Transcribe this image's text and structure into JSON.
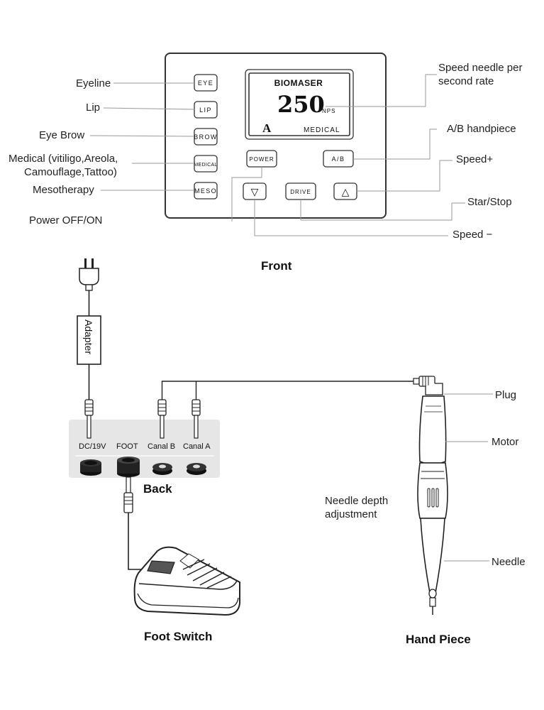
{
  "device": {
    "brand": "BIOMASER",
    "speed_value": "250",
    "speed_unit": "NPS",
    "handpiece": "A",
    "mode": "MEDICAL"
  },
  "buttons": {
    "eye": "EYE",
    "lip": "LIP",
    "brow": "BROW",
    "medical": "MEDICAL",
    "meso": "MESO",
    "power": "POWER",
    "ab": "A/B",
    "speed_down": "▽",
    "drive": "DRIVE",
    "speed_up": "△"
  },
  "labels": {
    "eyeline": "Eyeline",
    "lip": "Lip",
    "eye_brow": "Eye Brow",
    "medical_line1": "Medical (vitiligo,Areola,",
    "medical_line2": "Camouflage,Tattoo)",
    "mesotherapy": "Mesotherapy",
    "power": "Power OFF/ON",
    "speed_rate_line1": "Speed needle per",
    "speed_rate_line2": "second rate",
    "ab_handpiece": "A/B handpiece",
    "speed_plus": "Speed+",
    "start_stop": "Star/Stop",
    "speed_minus": "Speed −",
    "front": "Front",
    "adapter": "Adapter",
    "back": "Back",
    "port_dc": "DC/19V",
    "port_foot": "FOOT",
    "port_canal_b": "Canal B",
    "port_canal_a": "Canal A",
    "plug": "Plug",
    "motor": "Motor",
    "needle_depth_line1": "Needle depth",
    "needle_depth_line2": "adjustment",
    "needle": "Needle",
    "foot_switch": "Foot Switch",
    "hand_piece": "Hand Piece"
  }
}
